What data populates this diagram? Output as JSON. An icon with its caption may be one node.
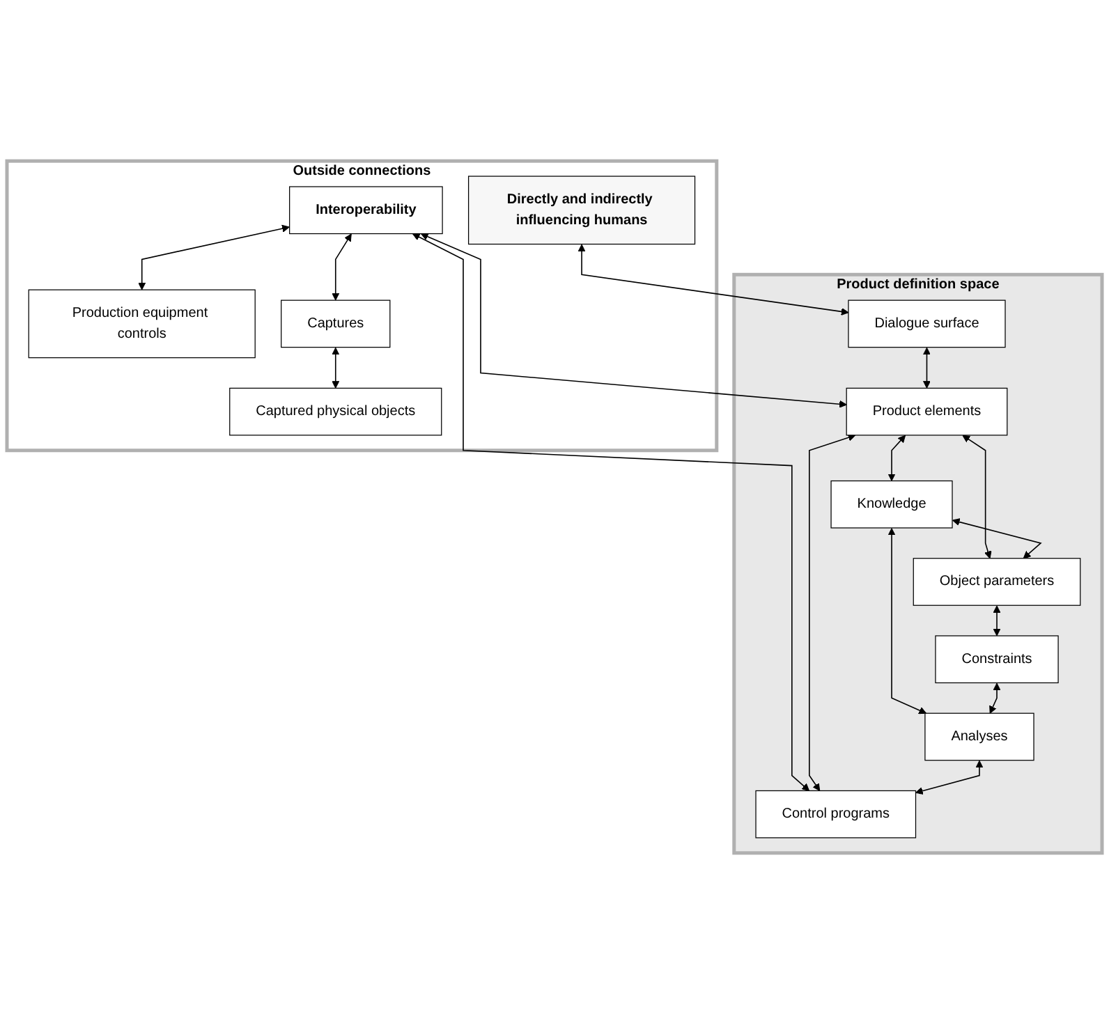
{
  "diagram": {
    "nodes": [
      {
        "text": [
          "Outside connections"
        ]
      },
      {
        "text": [
          "Directly and indirectly influencing humans"
        ],
        "in": 0
      },
      {
        "text": [
          "Interoperability"
        ],
        "in": 0
      },
      {
        "text": [
          "Production equipment controls"
        ],
        "in": 0
      },
      {
        "text": [
          "Captures"
        ],
        "in": 0
      },
      {
        "text": [
          "Captured physical objects"
        ],
        "in": 0
      },
      {
        "text": [
          "Product definition space"
        ]
      },
      {
        "text": [
          "Dialogue surface"
        ],
        "in": 6
      },
      {
        "text": [
          "Product elements"
        ],
        "in": 6
      },
      {
        "text": [
          "Knowledge"
        ],
        "in": 6
      },
      {
        "text": [
          "Object parameters"
        ],
        "in": 6
      },
      {
        "text": [
          "Constraints"
        ],
        "in": 6
      },
      {
        "text": [
          "Analyses"
        ],
        "in": 6
      },
      {
        "text": [
          "Control programs"
        ],
        "in": 6
      }
    ],
    "edges": [
      {
        "from": 1,
        "to": 7,
        "arrow": "both"
      },
      {
        "from": 7,
        "to": 8,
        "arrow": "both"
      },
      {
        "from": 2,
        "to": 8,
        "arrow": "both"
      },
      {
        "from": 2,
        "to": 13,
        "arrow": "both"
      },
      {
        "from": 2,
        "to": 3,
        "arrow": "both"
      },
      {
        "from": 2,
        "to": 4,
        "arrow": "both"
      },
      {
        "from": 4,
        "to": 5,
        "arrow": "both"
      },
      {
        "from": 8,
        "to": 9,
        "arrow": "both"
      },
      {
        "from": 8,
        "to": 10,
        "arrow": "both"
      },
      {
        "from": 8,
        "to": 13,
        "arrow": "both"
      },
      {
        "from": 9,
        "to": 10,
        "arrow": "both"
      },
      {
        "from": 9,
        "to": 12,
        "arrow": "both"
      },
      {
        "from": 10,
        "to": 11,
        "arrow": "both"
      },
      {
        "from": 11,
        "to": 12,
        "arrow": "both"
      },
      {
        "from": 12,
        "to": 13,
        "arrow": "both"
      }
    ]
  }
}
